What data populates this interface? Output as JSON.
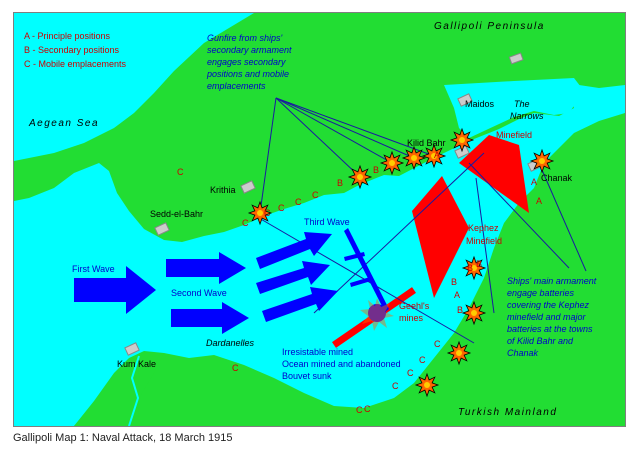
{
  "caption": "Gallipoli Map 1: Naval Attack, 18 March 1915",
  "legend": {
    "a": "A - Principle positions",
    "b": "B - Secondary positions",
    "c": "C - Mobile emplacements"
  },
  "regions": {
    "peninsula": "Gallipoli Peninsula",
    "aegean": "Aegean Sea",
    "mainland": "Turkish Mainland",
    "narrows": "The Narrows",
    "dardanelles": "Dardanelles"
  },
  "places": {
    "maidos": "Maidos",
    "kilid_bahr": "Kilid Bahr",
    "chanak": "Chanak",
    "krithia": "Krithia",
    "sedd_el_bahr": "Sedd-el-Bahr",
    "kum_kale": "Kum Kale"
  },
  "minefields": {
    "minefield": "Minefield",
    "kephez": "Kephez Minefield"
  },
  "waves": {
    "first": "First Wave",
    "second": "Second Wave",
    "third": "Third Wave"
  },
  "annotations": {
    "gunfire": "Gunfire from ships' secondary armament engages secondary positions and mobile emplacements",
    "main_armament": "Ships' main armament engage batteries covering the Kephez minefield and major batteries at the towns of Kilid Bahr and Chanak",
    "geehls": "Geehl's mines",
    "losses": "Irresistable mined Ocean mined and abandoned Bouvet sunk"
  },
  "letters": {
    "a": "A",
    "b": "B",
    "c": "C"
  },
  "colors": {
    "sea": "#00ffff",
    "land": "#22dd33",
    "minefield": "#ff0000",
    "ships": "#0000ff",
    "text_red": "#cc0000",
    "text_blue": "#0000cc"
  }
}
